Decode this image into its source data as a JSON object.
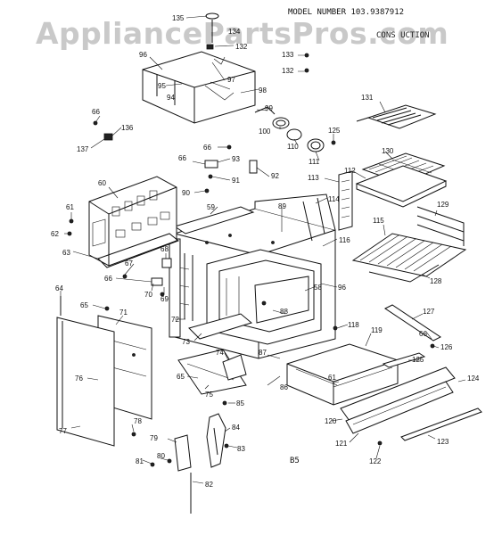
{
  "watermark": "AppliancePartsPros.com",
  "header": {
    "model_label": "MODEL NUMBER 103.9387912",
    "section_label": "CONS  UCTION"
  },
  "footer": {
    "code": "B5"
  },
  "callouts": [
    {
      "id": "135",
      "label": "135"
    },
    {
      "id": "134",
      "label": "134"
    },
    {
      "id": "132a",
      "label": "132"
    },
    {
      "id": "133",
      "label": "133"
    },
    {
      "id": "132b",
      "label": "132"
    },
    {
      "id": "96a",
      "label": "96"
    },
    {
      "id": "97",
      "label": "97"
    },
    {
      "id": "95",
      "label": "95"
    },
    {
      "id": "94",
      "label": "94"
    },
    {
      "id": "98",
      "label": "98"
    },
    {
      "id": "99",
      "label": "99"
    },
    {
      "id": "100",
      "label": "100"
    },
    {
      "id": "110",
      "label": "110"
    },
    {
      "id": "111",
      "label": "111"
    },
    {
      "id": "125a",
      "label": "125"
    },
    {
      "id": "131",
      "label": "131"
    },
    {
      "id": "130",
      "label": "130"
    },
    {
      "id": "112",
      "label": "112"
    },
    {
      "id": "113",
      "label": "113"
    },
    {
      "id": "114",
      "label": "114"
    },
    {
      "id": "66a",
      "label": "66"
    },
    {
      "id": "136",
      "label": "136"
    },
    {
      "id": "137",
      "label": "137"
    },
    {
      "id": "66b",
      "label": "66"
    },
    {
      "id": "66c",
      "label": "66"
    },
    {
      "id": "93",
      "label": "93"
    },
    {
      "id": "91",
      "label": "91"
    },
    {
      "id": "92",
      "label": "92"
    },
    {
      "id": "90",
      "label": "90"
    },
    {
      "id": "60",
      "label": "60"
    },
    {
      "id": "59",
      "label": "59"
    },
    {
      "id": "89",
      "label": "89"
    },
    {
      "id": "61a",
      "label": "61"
    },
    {
      "id": "62",
      "label": "62"
    },
    {
      "id": "63",
      "label": "63"
    },
    {
      "id": "68",
      "label": "68"
    },
    {
      "id": "67",
      "label": "67"
    },
    {
      "id": "66d",
      "label": "66"
    },
    {
      "id": "70",
      "label": "70"
    },
    {
      "id": "69",
      "label": "69"
    },
    {
      "id": "116",
      "label": "116"
    },
    {
      "id": "115",
      "label": "115"
    },
    {
      "id": "129",
      "label": "129"
    },
    {
      "id": "128",
      "label": "128"
    },
    {
      "id": "58",
      "label": "58"
    },
    {
      "id": "96b",
      "label": "96"
    },
    {
      "id": "64",
      "label": "64"
    },
    {
      "id": "65a",
      "label": "65"
    },
    {
      "id": "71",
      "label": "71"
    },
    {
      "id": "88",
      "label": "88"
    },
    {
      "id": "72",
      "label": "72"
    },
    {
      "id": "118",
      "label": "118"
    },
    {
      "id": "127",
      "label": "127"
    },
    {
      "id": "73",
      "label": "73"
    },
    {
      "id": "119",
      "label": "119"
    },
    {
      "id": "66e",
      "label": "66"
    },
    {
      "id": "126",
      "label": "126"
    },
    {
      "id": "74",
      "label": "74"
    },
    {
      "id": "87",
      "label": "87"
    },
    {
      "id": "125b",
      "label": "125"
    },
    {
      "id": "76",
      "label": "76"
    },
    {
      "id": "65b",
      "label": "65"
    },
    {
      "id": "75",
      "label": "75"
    },
    {
      "id": "86",
      "label": "86"
    },
    {
      "id": "61b",
      "label": "61"
    },
    {
      "id": "124",
      "label": "124"
    },
    {
      "id": "85",
      "label": "85"
    },
    {
      "id": "78",
      "label": "78"
    },
    {
      "id": "77",
      "label": "77"
    },
    {
      "id": "120",
      "label": "120"
    },
    {
      "id": "84",
      "label": "84"
    },
    {
      "id": "79",
      "label": "79"
    },
    {
      "id": "83",
      "label": "83"
    },
    {
      "id": "123",
      "label": "123"
    },
    {
      "id": "121",
      "label": "121"
    },
    {
      "id": "80",
      "label": "80"
    },
    {
      "id": "81",
      "label": "81"
    },
    {
      "id": "122",
      "label": "122"
    },
    {
      "id": "82",
      "label": "82"
    }
  ]
}
